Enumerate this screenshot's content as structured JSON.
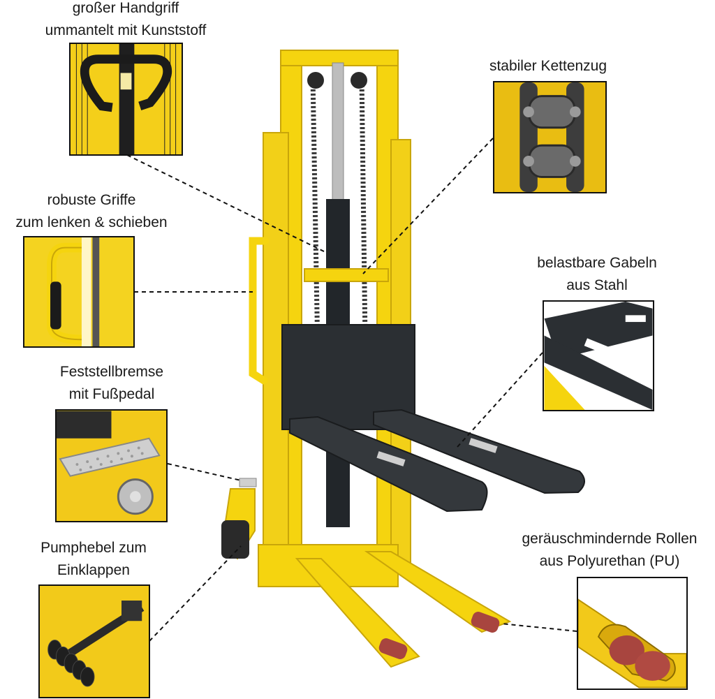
{
  "colors": {
    "frame_yellow": "#f5d40f",
    "frame_shadow": "#c9a60a",
    "fork_black": "#2b2f33",
    "chain_dark": "#3a3a3a",
    "wheel_red": "#a8453f",
    "leader_line": "#111111"
  },
  "callouts": {
    "handle": {
      "line1": "großer Handgriff",
      "line2": "ummantelt mit Kunststoff"
    },
    "chain": {
      "line1": "stabiler Kettenzug"
    },
    "grips": {
      "line1": "robuste Griffe",
      "line2": "zum lenken & schieben"
    },
    "forks": {
      "line1": "belastbare Gabeln",
      "line2": "aus Stahl"
    },
    "brake": {
      "line1": "Feststellbremse",
      "line2": "mit Fußpedal"
    },
    "pump": {
      "line1": "Pumphebel zum",
      "line2": "Einklappen"
    },
    "rollers": {
      "line1": "geräuschmindernde Rollen",
      "line2": "aus Polyurethan (PU)"
    }
  }
}
